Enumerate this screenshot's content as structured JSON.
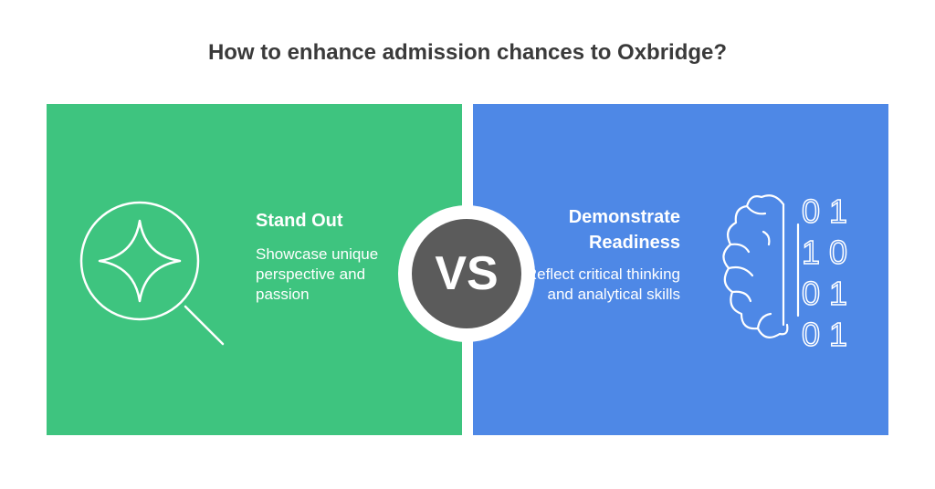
{
  "title": "How to enhance admission chances to Oxbridge?",
  "left": {
    "heading": "Stand Out",
    "body": "Showcase unique perspective and passion",
    "icon": "sparkle-magnifier-icon",
    "color": "#3ec47f"
  },
  "right": {
    "heading_line1": "Demonstrate",
    "heading_line2": "Readiness",
    "body": "Reflect critical thinking and analytical skills",
    "icon": "brain-binary-icon",
    "binary_rows": [
      "0 1",
      "1 0",
      "0 1",
      "0 1"
    ],
    "color": "#4e88e6"
  },
  "vs_label": "VS"
}
